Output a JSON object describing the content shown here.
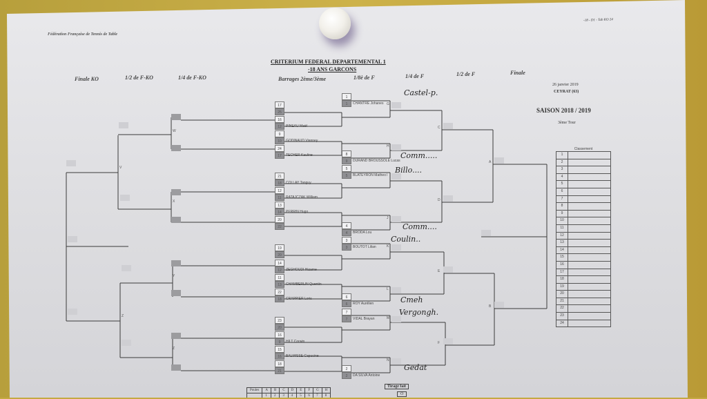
{
  "header": {
    "federation": "Fédération  Française de Tennis de Table",
    "ref": "-18 - D1 - Tab KO 24",
    "title1": "CRITERIUM FEDERAL DEPARTEMENTAL 1",
    "title2": "-18 ANS GARCONS",
    "date": "26 janvier 2019",
    "place": "CEYRAT (63)",
    "season": "SAISON 2018 / 2019",
    "tour": "3ème Tour"
  },
  "columns": [
    "Finale KO",
    "1/2 de F-KO",
    "1/4 de F-KO",
    "Barrages 2ème/3ème",
    "1/8è de F",
    "1/4 de F",
    "1/2 de F",
    "Finale"
  ],
  "barrages": [
    {
      "top": "17",
      "bot": "25",
      "name": ""
    },
    {
      "top": "16",
      "bot": "12",
      "name": "PINEAU Maël"
    },
    {
      "top": "9",
      "bot": "10",
      "name": "GODINAUD Vianney"
    },
    {
      "top": "24",
      "bot": "17",
      "name": "TECHER Kauline"
    },
    {
      "top": "21",
      "bot": "18",
      "name": "COLLAY Tanguy"
    },
    {
      "top": "12",
      "bot": "11",
      "name": "RATAJCZAK William"
    },
    {
      "top": "13",
      "bot": "14",
      "name": "PERRIN Hugo"
    },
    {
      "top": "20",
      "bot": "22",
      "name": ""
    },
    {
      "top": "19",
      "bot": "20",
      "name": ""
    },
    {
      "top": "14",
      "bot": "12",
      "name": "ZEGHOUDI Hizame"
    },
    {
      "top": "11",
      "bot": "13",
      "name": "CHAMBERLIN Quentin"
    },
    {
      "top": "22",
      "bot": "18",
      "name": "CRAPPIER Loris"
    },
    {
      "top": "23",
      "bot": "20",
      "name": ""
    },
    {
      "top": "16",
      "bot": "9",
      "name": "HILT Corwin"
    },
    {
      "top": "15",
      "bot": "16",
      "name": "BALMISSE Capucine"
    },
    {
      "top": "18",
      "bot": "21",
      "name": ""
    }
  ],
  "seeds": [
    {
      "top": "1",
      "bot": "1",
      "name": "CHANTRE Johanes",
      "note": "Castel-p."
    },
    {
      "top": "8",
      "bot": "9",
      "name": "DURAND BROUSSOLE Lucas",
      "note": "Comm....."
    },
    {
      "top": "5",
      "bot": "5",
      "name": "BLATEYRON Matheo",
      "note": "Billo...."
    },
    {
      "top": "4",
      "bot": "4",
      "name": "BRODA Lou",
      "note": "Comm...."
    },
    {
      "top": "3",
      "bot": "3",
      "name": "BOUTOT Lilian",
      "note": "Coulin.."
    },
    {
      "top": "6",
      "bot": "6",
      "name": "ROY Aurélien",
      "note": "Cmeh"
    },
    {
      "top": "7",
      "bot": "7",
      "name": "VIDAL Brayan",
      "note": "Vergongh."
    },
    {
      "top": "2",
      "bot": "2",
      "name": "DA SILVA Antoine",
      "note": "Gedat"
    }
  ],
  "match_letters": {
    "r16": [
      "G",
      "H",
      "I",
      "J",
      "K",
      "L",
      "M",
      "N"
    ],
    "qf": [
      "C",
      "D",
      "E",
      "F"
    ],
    "sf": [
      "A",
      "B"
    ],
    "ko_qf": [
      "W",
      "X",
      "Y",
      "Z"
    ],
    "ko_sf": [
      "V",
      "Z"
    ]
  },
  "classement": {
    "title": "Classement",
    "ranks": [
      "1",
      "2",
      "3",
      "4",
      "5",
      "6",
      "7",
      "8",
      "9",
      "10",
      "11",
      "12",
      "13",
      "14",
      "15",
      "16",
      "17",
      "18",
      "19",
      "20",
      "21",
      "22",
      "23",
      "24"
    ]
  },
  "poules": {
    "label": "Poules",
    "letters": [
      "A",
      "B",
      "C",
      "D",
      "E",
      "F",
      "G",
      "H"
    ],
    "numbers": [
      "1",
      "2",
      "3",
      "4",
      "5",
      "6",
      "7",
      "8"
    ]
  },
  "tirage": {
    "label": "Tirage fait",
    "value": "O"
  }
}
